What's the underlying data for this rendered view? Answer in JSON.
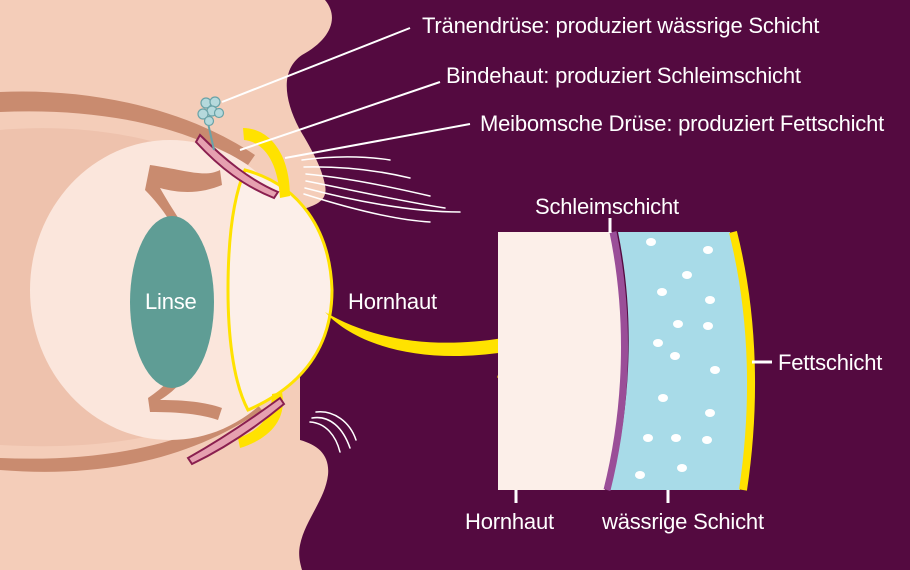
{
  "labels": {
    "traenendruese": "Tränendrüse: produziert wässrige Schicht",
    "bindehaut": "Bindehaut: produziert Schleimschicht",
    "meibom": "Meibomsche Drüse: produziert Fettschicht",
    "linse": "Linse",
    "hornhaut_eye": "Hornhaut",
    "schleimschicht": "Schleimschicht",
    "fettschicht": "Fettschicht",
    "hornhaut_bottom": "Hornhaut",
    "waessrige_schicht": "wässrige Schicht"
  },
  "colors": {
    "background": "#540a40",
    "skin": "#f4cdb9",
    "eyeball": "#fbe6dc",
    "cornea": "#fcefe9",
    "muscle": "#c98b6f",
    "lens": "#5f9d95",
    "fat_layer": "#ffe200",
    "mucus_layer": "#9a4e98",
    "aqueous_layer": "#a8dbe8",
    "gland": "#b5d9dc"
  }
}
